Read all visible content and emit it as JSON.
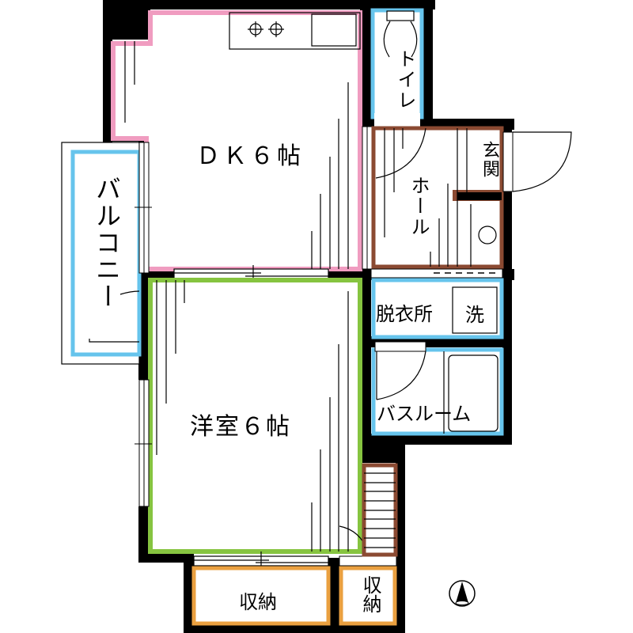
{
  "floor_plan": {
    "rooms": {
      "dk": {
        "label": "ＤＫ６帖",
        "type": "dining-kitchen",
        "size_jo": 6
      },
      "western": {
        "label": "洋室６帖",
        "type": "western-room",
        "size_jo": 6
      },
      "balcony": {
        "label": "バルコニー"
      },
      "toilet": {
        "label": "トイレ"
      },
      "hall": {
        "label": "ホール"
      },
      "entrance": {
        "label": "玄関"
      },
      "dressing": {
        "label": "脱衣所"
      },
      "washer": {
        "label": "洗"
      },
      "bathroom": {
        "label": "バスルーム"
      },
      "storage1": {
        "label": "収納"
      },
      "storage2": {
        "label": "収納"
      }
    },
    "colors": {
      "wall": "#000000",
      "dk_border": "#f09cc0",
      "western_border": "#86c440",
      "wet_border": "#66c4ec",
      "hall_border": "#8b4a32",
      "storage_border": "#eaa040",
      "stairs_border": "#8b4a32"
    },
    "north_arrow": "north-arrow"
  }
}
